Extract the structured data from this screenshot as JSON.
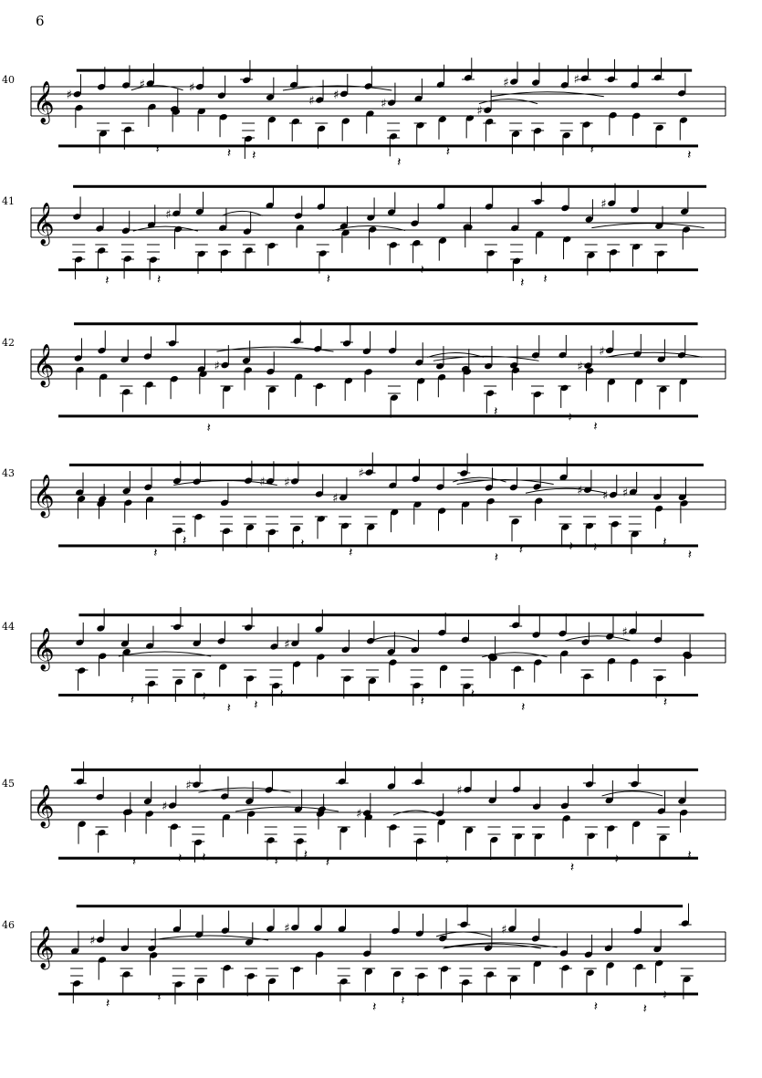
{
  "page": {
    "number": "6"
  },
  "systems": [
    {
      "measure": "40"
    },
    {
      "measure": "41"
    },
    {
      "measure": "42"
    },
    {
      "measure": "43"
    },
    {
      "measure": "44"
    },
    {
      "measure": "45"
    },
    {
      "measure": "46"
    }
  ],
  "notation": {
    "clef_icon": "treble-clef-icon",
    "rest_icon": "quarter-rest-icon",
    "accidental_icon": "sharp-icon",
    "ink_color": "#000000",
    "paper_color": "#ffffff"
  }
}
